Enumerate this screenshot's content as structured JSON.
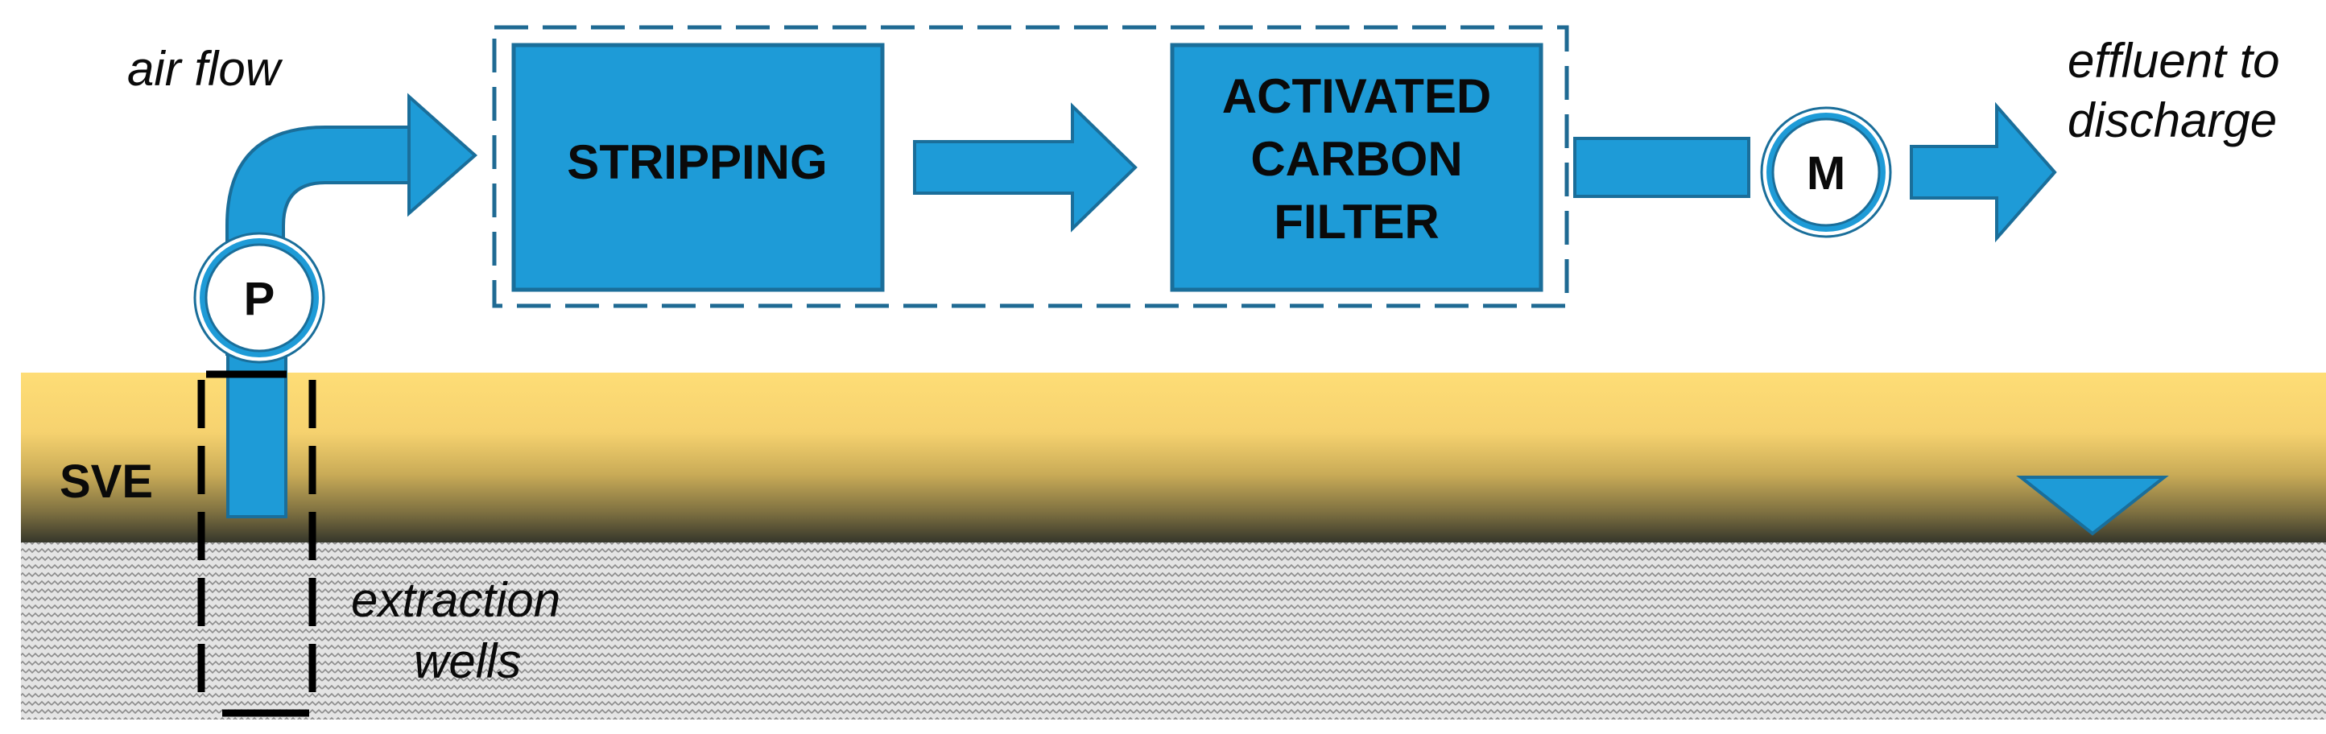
{
  "labels": {
    "air_flow": "air flow",
    "effluent_line1": "effluent to",
    "effluent_line2": "discharge",
    "sve": "SVE",
    "extraction_line1": "extraction",
    "extraction_line2": "wells"
  },
  "boxes": {
    "stripping": "STRIPPING",
    "carbon_line1": "ACTIVATED",
    "carbon_line2": "CARBON",
    "carbon_line3": "FILTER"
  },
  "devices": {
    "pump": "P",
    "meter": "M"
  },
  "colors": {
    "process_blue": "#1e9bd7",
    "outline_blue": "#1a6e9a",
    "dashed_outline": "#1f6a93",
    "soil_top": "#fedd76",
    "soil_mid": "#e2c160",
    "soil_dark": "#3d3d2e",
    "ground_gray": "#dcdcdc",
    "well_dash": "#000000"
  }
}
